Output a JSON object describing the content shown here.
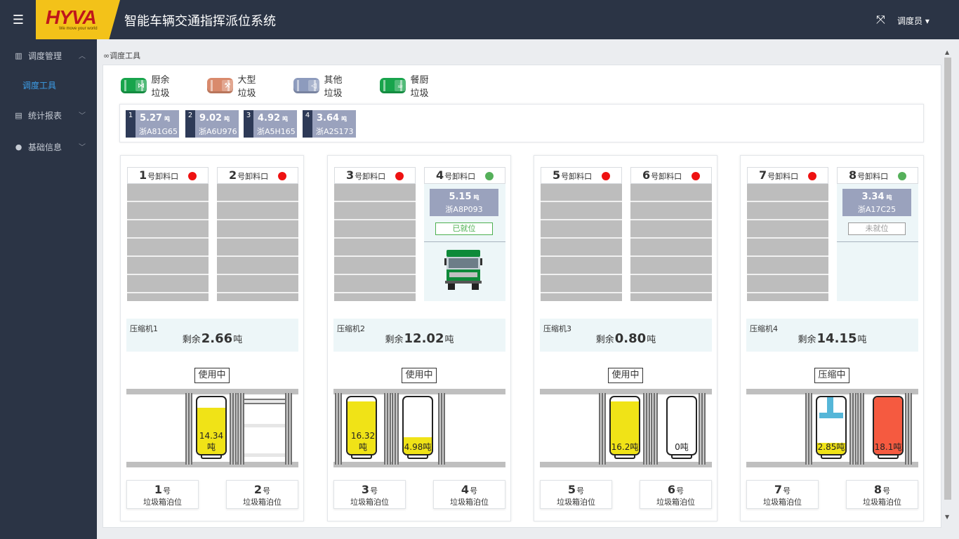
{
  "header": {
    "title": "智能车辆交通指挥派位系统",
    "logo_text": "HYVA",
    "logo_tagline": "We move your world",
    "user": "调度员 ▾"
  },
  "sidebar": {
    "items": [
      {
        "label": "调度管理"
      },
      {
        "label": "统计报表"
      },
      {
        "label": "基础信息"
      }
    ],
    "active_sub": "调度工具"
  },
  "breadcrumb": "调度工具",
  "legend": [
    {
      "label": "厨余垃圾",
      "color": "#18a44c"
    },
    {
      "label": "大型垃圾",
      "color": "#d98a6c"
    },
    {
      "label": "其他垃圾",
      "color": "#8d9bbd"
    },
    {
      "label": "餐厨垃圾",
      "color": "#18a44c"
    }
  ],
  "queue": [
    {
      "num": "1",
      "weight": "5.27",
      "unit": "吨",
      "plate": "浙A81G65"
    },
    {
      "num": "2",
      "weight": "9.02",
      "unit": "吨",
      "plate": "浙A6U976"
    },
    {
      "num": "3",
      "weight": "4.92",
      "unit": "吨",
      "plate": "浙A5H165"
    },
    {
      "num": "4",
      "weight": "3.64",
      "unit": "吨",
      "plate": "浙A2S173"
    }
  ],
  "colors": {
    "status_red": "#ee1111",
    "status_green": "#55b05a",
    "fill_yellow": "#f0e317",
    "fill_red": "#f55a40",
    "arrived": "#4cb050",
    "notarrived": "#999999"
  },
  "units": [
    {
      "bays": [
        {
          "num": "1",
          "label": "号卸料口",
          "status": "red"
        },
        {
          "num": "2",
          "label": "号卸料口",
          "status": "red"
        }
      ],
      "compressor": {
        "name": "压缩机1",
        "prefix": "剩余",
        "value": "2.66",
        "unit": "吨"
      },
      "state": "使用中",
      "slots": [
        {
          "num": "1",
          "suffix": "号",
          "label": "垃圾箱泊位"
        },
        {
          "num": "2",
          "suffix": "号",
          "label": "垃圾箱泊位"
        }
      ]
    },
    {
      "bays": [
        {
          "num": "3",
          "label": "号卸料口",
          "status": "red"
        },
        {
          "num": "4",
          "label": "号卸料口",
          "status": "green",
          "truck": {
            "weight": "5.15",
            "unit": "吨",
            "plate": "浙A8P093",
            "status": "已就位"
          }
        }
      ],
      "compressor": {
        "name": "压缩机2",
        "prefix": "剩余",
        "value": "12.02",
        "unit": "吨"
      },
      "state": "使用中",
      "bins": [
        {
          "label": "16.32吨",
          "fill": 0.92
        },
        {
          "label": "4.98吨",
          "fill": 0.3
        }
      ],
      "slots": [
        {
          "num": "3",
          "suffix": "号",
          "label": "垃圾箱泊位"
        },
        {
          "num": "4",
          "suffix": "号",
          "label": "垃圾箱泊位"
        }
      ]
    },
    {
      "bays": [
        {
          "num": "5",
          "label": "号卸料口",
          "status": "red"
        },
        {
          "num": "6",
          "label": "号卸料口",
          "status": "red"
        }
      ],
      "compressor": {
        "name": "压缩机3",
        "prefix": "剩余",
        "value": "0.80",
        "unit": "吨"
      },
      "state": "使用中",
      "bins": [
        {
          "label": "16.2吨",
          "fill": 0.92
        },
        {
          "label": "0吨",
          "fill": 0
        }
      ],
      "slots": [
        {
          "num": "5",
          "suffix": "号",
          "label": "垃圾箱泊位"
        },
        {
          "num": "6",
          "suffix": "号",
          "label": "垃圾箱泊位"
        }
      ]
    },
    {
      "bays": [
        {
          "num": "7",
          "label": "号卸料口",
          "status": "red"
        },
        {
          "num": "8",
          "label": "号卸料口",
          "status": "green",
          "truck": {
            "weight": "3.34",
            "unit": "吨",
            "plate": "浙A17C25",
            "status": "未就位"
          }
        }
      ],
      "compressor": {
        "name": "压缩机4",
        "prefix": "剩余",
        "value": "14.15",
        "unit": "吨"
      },
      "state": "压缩中",
      "bins": [
        {
          "label": "2.85吨",
          "fill": 0.2
        },
        {
          "label": "18.1吨",
          "fill": 1.0
        }
      ],
      "slots": [
        {
          "num": "7",
          "suffix": "号",
          "label": "垃圾箱泊位"
        },
        {
          "num": "8",
          "suffix": "号",
          "label": "垃圾箱泊位"
        }
      ]
    }
  ],
  "unit1_bin": {
    "label_line1": "14.34",
    "label_line2": "吨",
    "fill": 0.82
  }
}
